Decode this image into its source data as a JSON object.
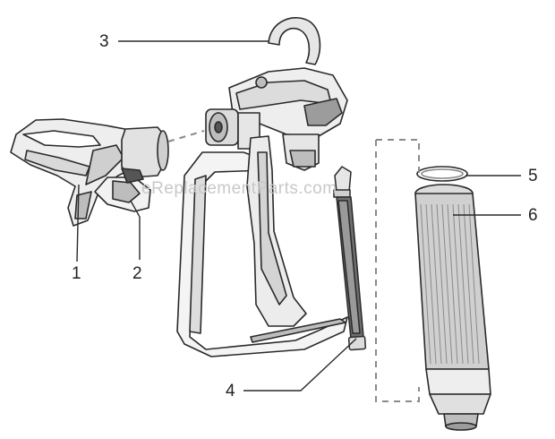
{
  "callouts": {
    "c1": "1",
    "c2": "2",
    "c3": "3",
    "c4": "4",
    "c5": "5",
    "c6": "6"
  },
  "watermark": "eReplacementParts.com",
  "colors": {
    "line": "#2a2a2a",
    "shade": "#bdbdbd",
    "dark": "#555555",
    "dash": "#8a8a8a"
  }
}
